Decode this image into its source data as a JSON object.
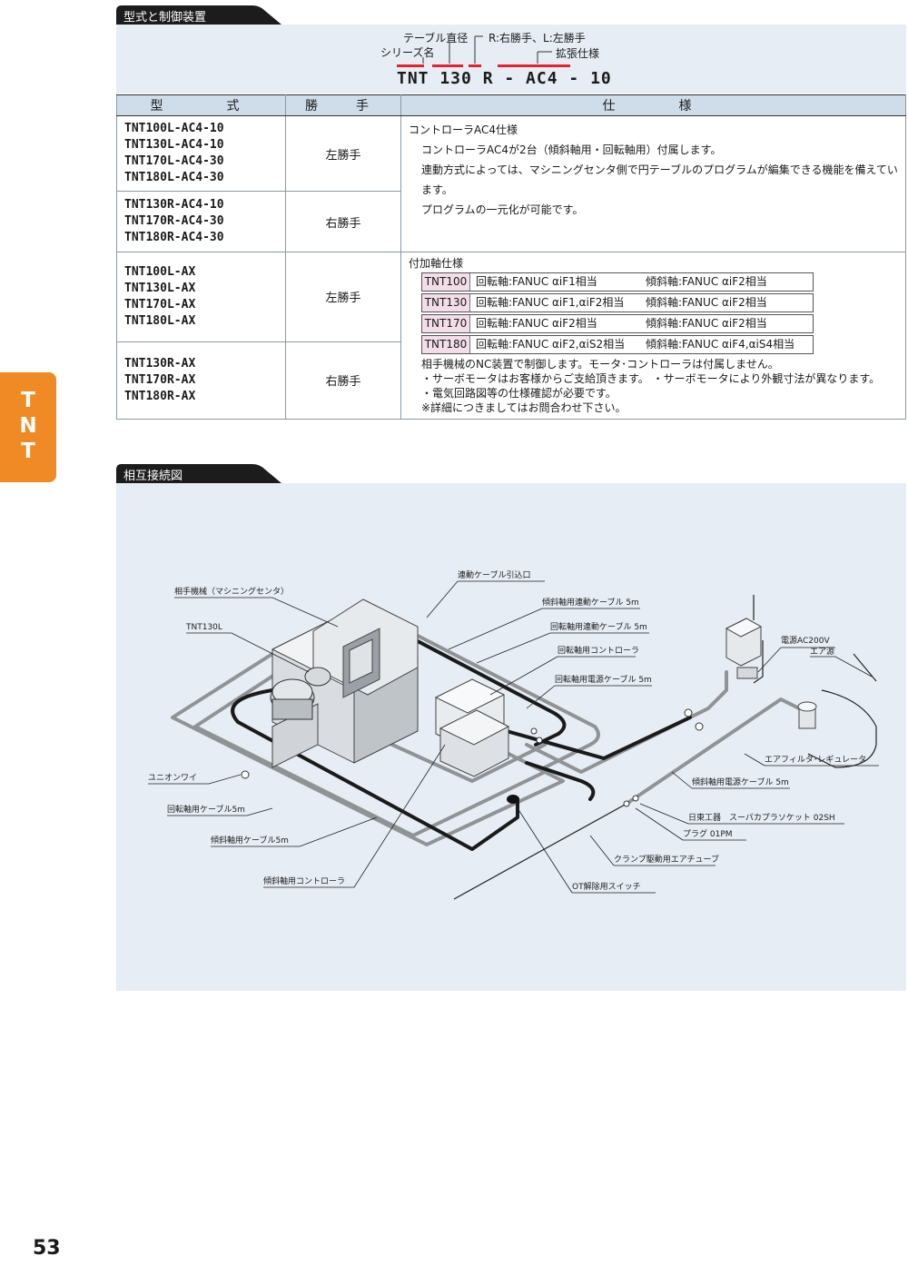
{
  "section1_title": "型式と制御装置",
  "section2_title": "相互接続図",
  "code_diagram": {
    "label_table": "テーブル直径",
    "label_series": "シリーズ名",
    "label_hand": "R:右勝手、L:左勝手",
    "label_ext": "拡張仕様",
    "code": "TNT 130 R - AC4 - 10"
  },
  "table": {
    "headers": [
      "型　　式",
      "勝　手",
      "仕　　様"
    ],
    "rows": [
      {
        "models": [
          "TNT100L-AC4-10",
          "TNT130L-AC4-10",
          "TNT170L-AC4-30",
          "TNT180L-AC4-30"
        ],
        "hand": "左勝手"
      },
      {
        "models": [
          "TNT130R-AC4-10",
          "TNT170R-AC4-30",
          "TNT180R-AC4-30"
        ],
        "hand": "右勝手"
      },
      {
        "models": [
          "TNT100L-AX",
          "TNT130L-AX",
          "TNT170L-AX",
          "TNT180L-AX"
        ],
        "hand": "左勝手"
      },
      {
        "models": [
          "TNT130R-AX",
          "TNT170R-AX",
          "TNT180R-AX"
        ],
        "hand": "右勝手"
      }
    ],
    "ac4_spec": {
      "title": "コントローラAC4仕様",
      "lines": [
        "コントローラAC4が2台（傾斜軸用・回転軸用）付属します。",
        "連動方式によっては、マシニングセンタ側で円テーブルのプログラムが編集できる機能を備えています。",
        "プログラムの一元化が可能です。"
      ]
    },
    "ax_spec": {
      "title": "付加軸仕様",
      "boxes": [
        {
          "model": "TNT100",
          "rot": "回転軸:FANUC αiF1相当",
          "tilt": "傾斜軸:FANUC αiF2相当"
        },
        {
          "model": "TNT130",
          "rot": "回転軸:FANUC αiF1,αiF2相当",
          "tilt": "傾斜軸:FANUC αiF2相当"
        },
        {
          "model": "TNT170",
          "rot": "回転軸:FANUC αiF2相当",
          "tilt": "傾斜軸:FANUC αiF2相当"
        },
        {
          "model": "TNT180",
          "rot": "回転軸:FANUC αiF2,αiS2相当",
          "tilt": "傾斜軸:FANUC αiF4,αiS4相当"
        }
      ],
      "notes": [
        "相手機械のNC装置で制御します。モータ･コントローラは付属しません。",
        "・サーボモータはお客様からご支給頂きます。 ・サーボモータにより外観寸法が異なります。",
        "・電気回路図等の仕様確認が必要です。",
        "※詳細につきましてはお問合わせ下さい。"
      ]
    }
  },
  "diagram_labels": {
    "l1": "連動ケーブル引込口",
    "l2": "相手機械（マシニングセンタ）",
    "l3": "傾斜軸用連動ケーブル 5m",
    "l4": "TNT130L",
    "l5": "回転軸用連動ケーブル 5m",
    "l6": "回転軸用コントローラ",
    "l7": "電源AC200V",
    "l8": "エア源",
    "l9": "回転軸用電源ケーブル 5m",
    "l10": "エアフィルタ･レギュレータ",
    "l11": "ユニオンワイ",
    "l12": "傾斜軸用電源ケーブル 5m",
    "l13": "回転軸用ケーブル5m",
    "l14": "日東工器　スーパカプラソケット 02SH",
    "l15": "プラグ 01PM",
    "l16": "傾斜軸用ケーブル5m",
    "l17": "クランプ駆動用エアチューブ",
    "l18": "傾斜軸用コントローラ",
    "l19": "OT解除用スイッチ"
  },
  "side_tab": "TNT",
  "page_number": "53",
  "colors": {
    "accent": "#e8212b",
    "tab": "#f08a24",
    "panel": "#e6edf5",
    "header": "#cfdcea"
  }
}
